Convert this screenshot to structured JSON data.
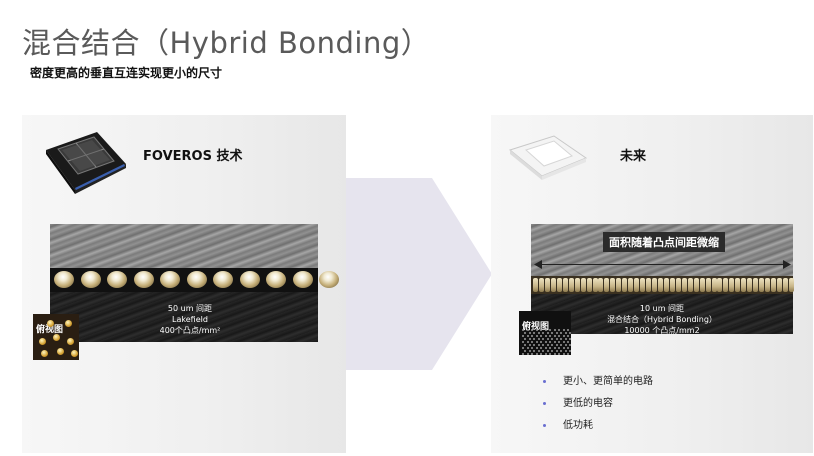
{
  "title": "混合结合（Hybrid Bonding）",
  "subtitle": "密度更高的垂直互连实现更小的尺寸",
  "left": {
    "heading": "FOVEROS 技术",
    "caption": [
      "50 um 间距",
      "Lakefield",
      "400个凸点/mm²"
    ],
    "inset_label": "俯视图"
  },
  "right": {
    "heading": "未来",
    "banner": "面积随着凸点间距微缩",
    "caption": [
      "10 um 间距",
      "混合结合（Hybrid Bonding）",
      "10000 个凸点/mm2"
    ],
    "inset_label": "俯视图",
    "bullets": [
      "更小、更简单的电路",
      "更低的电容",
      "低功耗"
    ]
  },
  "colors": {
    "bullet": "#6a6fd0",
    "arrow": "#e6e4ee"
  }
}
